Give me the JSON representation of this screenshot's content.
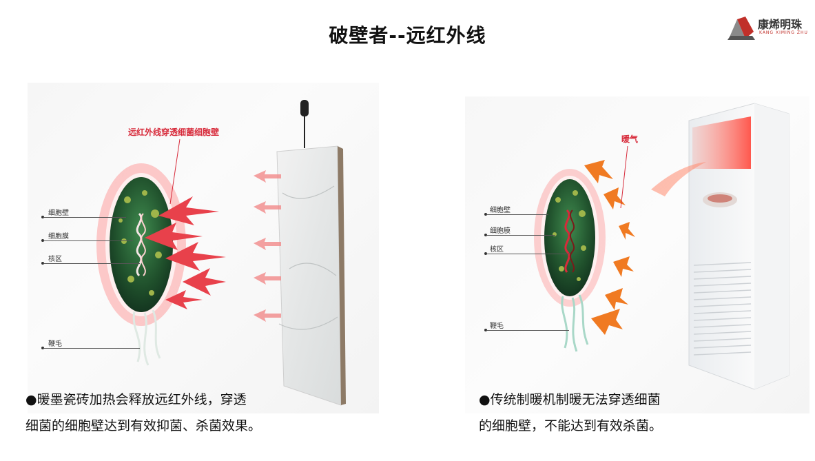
{
  "header": {
    "title": "破壁者--远红外线",
    "logo_text": "康烯明珠",
    "logo_sub": "KANG XIMING ZHU"
  },
  "left_panel": {
    "callout": "远红外线穿透细菌细胞壁",
    "labels": [
      "细胞壁",
      "细胞膜",
      "核区",
      "鞭毛"
    ],
    "caption": {
      "bullet": "●",
      "line1": "暖墨瓷砖加热会释放远红外线，穿透",
      "line2": "细菌的细胞壁达到有效抑菌、杀菌效果。"
    }
  },
  "right_panel": {
    "callout": "暖气",
    "labels": [
      "细胞壁",
      "细胞膜",
      "核区",
      "鞭毛"
    ],
    "caption": {
      "bullet": "●",
      "line1": "传统制暖机制暖无法穿透细菌",
      "line2": "的细胞壁，不能达到有效杀菌。"
    }
  },
  "colors": {
    "accent_red": "#d72a3a",
    "bacteria_green": "#2f6d3d",
    "arrow_red": "#e8414b",
    "arrow_orange": "#f07a22"
  }
}
